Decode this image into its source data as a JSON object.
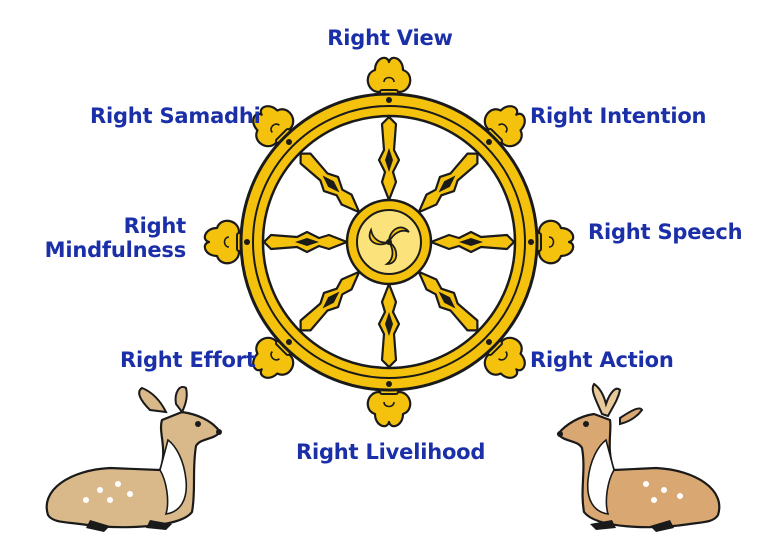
{
  "labels": {
    "top": "Right View",
    "top_right": "Right Intention",
    "right": "Right Speech",
    "bottom_right": "Right Action",
    "bottom": "Right Livelihood",
    "bottom_left": "Right Effort",
    "left_line1": "Right",
    "left_line2": "Mindfulness",
    "top_left": "Right Samadhi"
  },
  "colors": {
    "label_text": "#1a2fa8",
    "wheel_gold": "#f4c20d",
    "wheel_light": "#fbe27a",
    "wheel_outline": "#1a1a1a",
    "deer_body": "#d9b98a",
    "deer_belly": "#ffffff"
  },
  "icons": [
    "dharma-wheel-icon",
    "deer-left-icon",
    "deer-right-icon"
  ]
}
